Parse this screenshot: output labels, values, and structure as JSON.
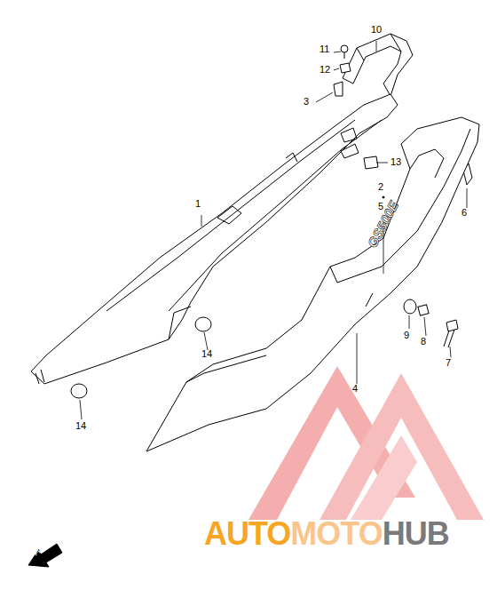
{
  "diagram": {
    "labels": [
      "10",
      "11",
      "12",
      "3",
      "13",
      "1",
      "2",
      "5",
      "6",
      "9",
      "8",
      "7",
      "4",
      "14",
      "14",
      "GS500E",
      "FWD",
      "AUTO",
      "MOTO",
      "HUB"
    ]
  }
}
